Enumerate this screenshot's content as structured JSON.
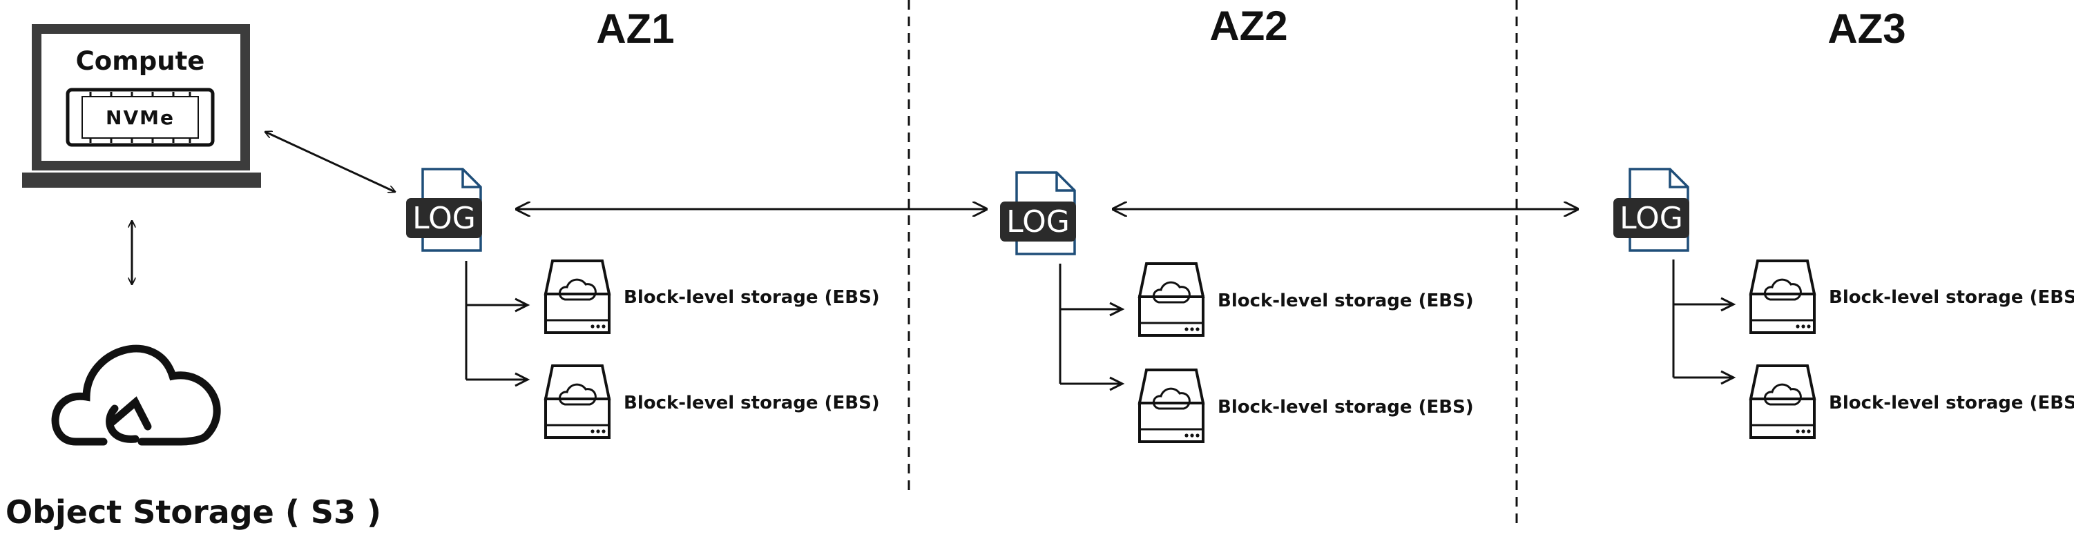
{
  "compute": {
    "label": "Compute",
    "chip_label": "NVMe"
  },
  "object_storage": {
    "label": "Object Storage ( S3 )"
  },
  "zones": [
    {
      "title": "AZ1",
      "log_label": "LOG",
      "storage": [
        "Block-level storage (EBS)",
        "Block-level storage (EBS)"
      ]
    },
    {
      "title": "AZ2",
      "log_label": "LOG",
      "storage": [
        "Block-level storage (EBS)",
        "Block-level storage (EBS)"
      ]
    },
    {
      "title": "AZ3",
      "log_label": "LOG",
      "storage": [
        "Block-level storage (EBS)",
        "Block-level storage (EBS)"
      ]
    }
  ]
}
